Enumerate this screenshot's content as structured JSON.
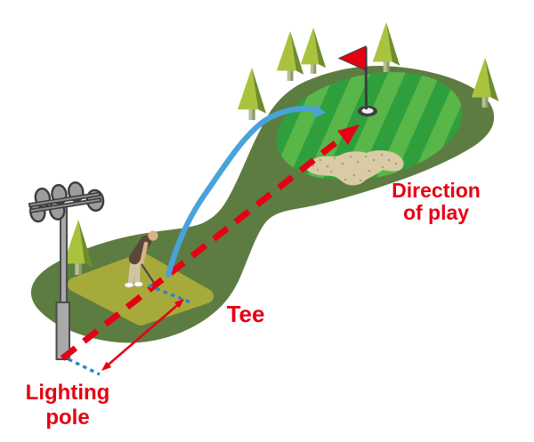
{
  "labels": {
    "direction_of_play": {
      "line1": "Direction",
      "line2": "of play"
    },
    "tee": "Tee",
    "lighting_pole": {
      "line1": "Lighting",
      "line2": "pole"
    }
  },
  "colors": {
    "label_red": "#e60012",
    "arrow_red": "#e60013",
    "trajectory_blue": "#4aa2da",
    "offset_dotted_blue": "#2b84c6",
    "fairway_green": "#5d7c41",
    "tee_box_green": "#a6aa3b",
    "putting_green_light": "#58b748",
    "putting_green_dark": "#2f9f3e",
    "bunker_sand": "#d8cba6",
    "bunker_speckle": "#b29c71",
    "tree_light": "#a9c33e",
    "tree_dark": "#6e8d2c",
    "tree_trunk_light": "#b7bf97",
    "tree_trunk_dark": "#8e9770",
    "pole_gray": "#a9a9a9",
    "outline_dark": "#4b4b4b",
    "flag_red": "#e60012",
    "flagpole_dark": "#3d3d42"
  },
  "icons": {
    "flag-icon": "red pennant flag in hole",
    "hole-icon": "golf hole ellipse",
    "tree-icon": "conical evergreen tree",
    "floodlight-icon": "cluster of floodlight heads on crossbar",
    "lighting-pole-icon": "tall gray lighting mast",
    "golfer-icon": "golfer addressing the ball",
    "bunker-icon": "sand bunker blob",
    "direction-arrow-icon": "red dashed arrow toward the green",
    "trajectory-arrow-icon": "blue curved ball-flight arrow",
    "distance-arrow-icon": "red double-headed measuring arrow",
    "offset-dotted-icon": "short blue dotted offset line"
  }
}
